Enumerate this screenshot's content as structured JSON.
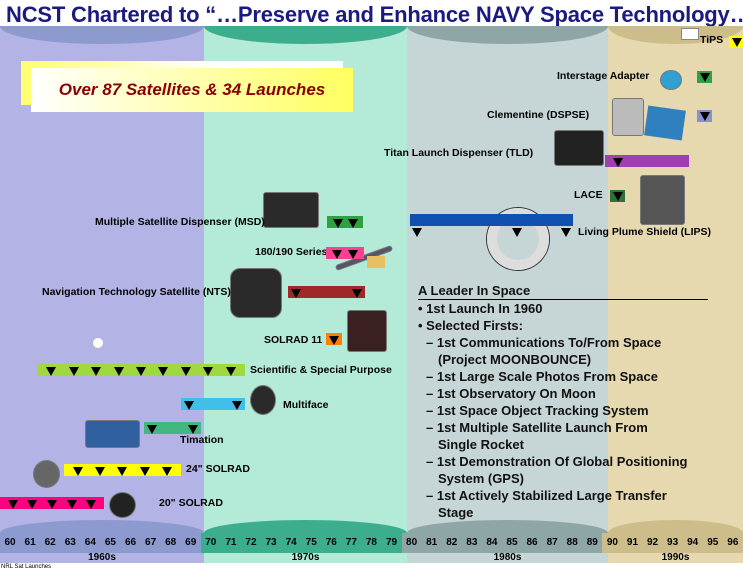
{
  "title": "NCST Chartered to “…Preserve and Enhance NAVY Space Technology…”",
  "banner": "Over 87 Satellites & 34 Launches",
  "programs": {
    "msd": "Multiple Satellite Dispenser (MSD)",
    "s180": "180/190 Series",
    "nts": "Navigation Technology Satellite (NTS)",
    "solrad11": "SOLRAD 11",
    "scientific": "Scientific & Special Purpose",
    "multiface": "Multiface",
    "timation": "Timation",
    "solrad24": "24\" SOLRAD",
    "solrad20": "20\" SOLRAD",
    "tips": "TiPS",
    "interstage": "Interstage Adapter",
    "clementine": "Clementine (DSPSE)",
    "tld": "Titan Launch Dispenser (TLD)",
    "lace": "LACE",
    "lips": "Living Plume Shield (LIPS)"
  },
  "colors": {
    "solrad20": "#ff0080",
    "solrad24": "#ffff00",
    "timation": "#40b880",
    "multiface": "#40c0e8",
    "scientific": "#a0d840",
    "solrad11": "#ff8000",
    "nts": "#a02828",
    "s180": "#ff4090",
    "msd": "#30a040",
    "tld80s": "#1050b0",
    "tld90s": "#a040b0",
    "lace": "#2f6f3f",
    "clementine": "#8890d0",
    "interstage": "#30a040",
    "tips": "#ffff00"
  },
  "info": {
    "heading": "A Leader In Space",
    "bullets": [
      "• 1st Launch In 1960",
      "• Selected Firsts:"
    ],
    "firsts": [
      "– 1st Communications To/From Space",
      "(Project MOONBOUNCE)",
      "– 1st Large Scale Photos From Space",
      "– 1st Observatory On Moon",
      "– 1st Space Object Tracking System",
      "– 1st Multiple Satellite Launch From",
      "Single Rocket",
      "– 1st Demonstration Of Global Positioning",
      "System (GPS)",
      "– 1st Actively Stabilized Large Transfer",
      "Stage"
    ]
  },
  "years": [
    "60",
    "61",
    "62",
    "63",
    "64",
    "65",
    "66",
    "67",
    "68",
    "69",
    "70",
    "71",
    "72",
    "73",
    "74",
    "75",
    "76",
    "77",
    "78",
    "79",
    "80",
    "81",
    "82",
    "83",
    "84",
    "85",
    "86",
    "87",
    "88",
    "89",
    "90",
    "91",
    "92",
    "93",
    "94",
    "95",
    "96"
  ],
  "decades": [
    "1960s",
    "1970s",
    "1980s",
    "1990s"
  ],
  "footer": "NRL Sat Launches"
}
